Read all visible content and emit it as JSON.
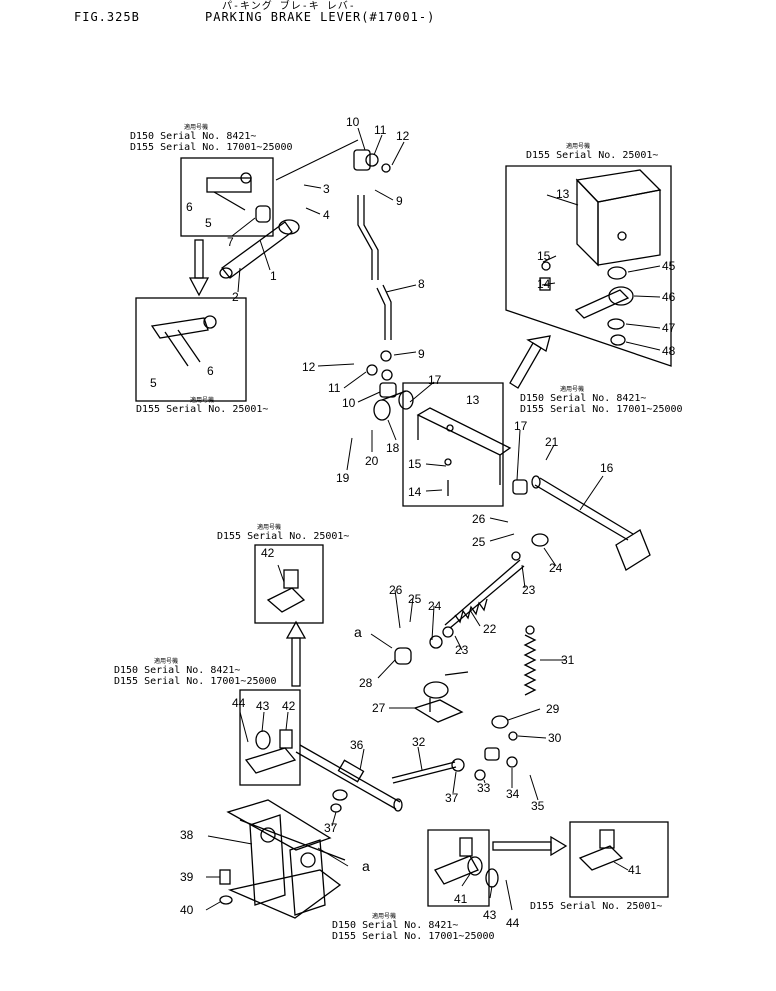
{
  "header": {
    "fig": "FIG.325B",
    "title_jp": "パ-キング ブレ-キ レバ-",
    "title": "PARKING BRAKE LEVER(#17001-)"
  },
  "notes": {
    "jp": "適用号機",
    "n1_a": "D150  Serial No. 8421~",
    "n1_b": "D155  Serial No. 17001~25000",
    "n2": "D155  Serial No. 25001~",
    "n3": "D155  Serial No. 25001~",
    "n4_a": "D150  Serial No. 8421~",
    "n4_b": "D155  Serial No. 17001~25000",
    "n5": "D155  Serial No. 25001~",
    "n6_a": "D150  Serial No. 8421~",
    "n6_b": "D155  Serial No. 17001~25000",
    "n7": "D155  Serial No. 25001~",
    "n8_a": "D150  Serial No. 8421~",
    "n8_b": "D155  Serial No. 17001~25000"
  },
  "callouts": {
    "c1": "1",
    "c2": "2",
    "c3": "3",
    "c4": "4",
    "c5a": "5",
    "c5b": "5",
    "c6a": "6",
    "c6b": "6",
    "c7": "7",
    "c8": "8",
    "c9a": "9",
    "c9b": "9",
    "c10a": "10",
    "c10b": "10",
    "c11a": "11",
    "c11b": "11",
    "c12a": "12",
    "c12b": "12",
    "c13a": "13",
    "c13b": "13",
    "c14a": "14",
    "c14b": "14",
    "c15a": "15",
    "c15b": "15",
    "c16": "16",
    "c17a": "17",
    "c17b": "17",
    "c18": "18",
    "c19": "19",
    "c20": "20",
    "c21": "21",
    "c22": "22",
    "c23a": "23",
    "c23b": "23",
    "c24a": "24",
    "c24b": "24",
    "c25a": "25",
    "c25b": "25",
    "c26a": "26",
    "c26b": "26",
    "c27": "27",
    "c28": "28",
    "c29": "29",
    "c30": "30",
    "c31": "31",
    "c32": "32",
    "c33": "33",
    "c34": "34",
    "c35": "35",
    "c36": "36",
    "c37a": "37",
    "c37b": "37",
    "c38": "38",
    "c39": "39",
    "c40": "40",
    "c41a": "41",
    "c41b": "41",
    "c42a": "42",
    "c42b": "42",
    "c43a": "43",
    "c43b": "43",
    "c44a": "44",
    "c44b": "44",
    "c45": "45",
    "c46": "46",
    "c47": "47",
    "c48": "48",
    "ca1": "a",
    "ca2": "a"
  }
}
